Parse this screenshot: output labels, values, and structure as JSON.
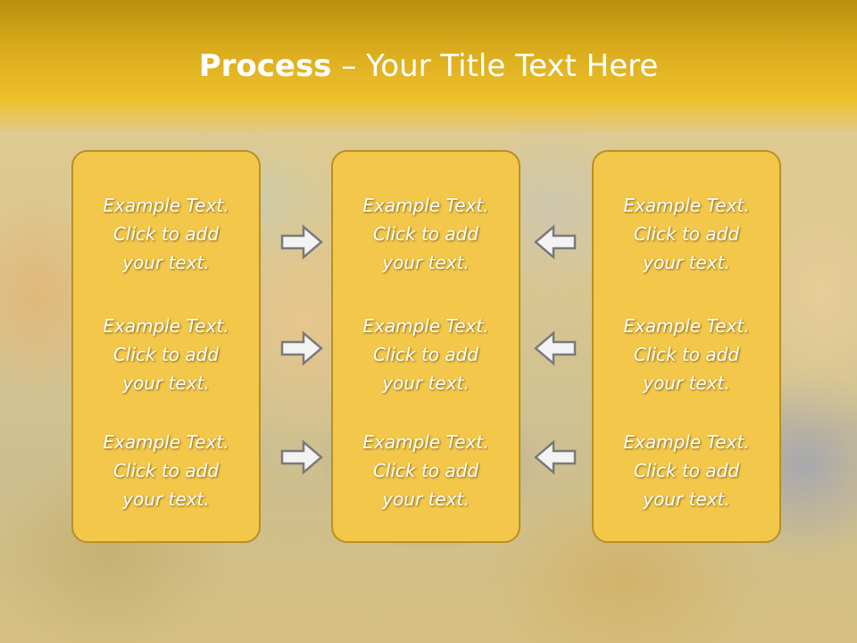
{
  "slide": {
    "title_strong": "Process",
    "title_rest": " – Your Title Text Here",
    "colors": {
      "title_band": "#e4b421",
      "box_fill": "#f3c84a",
      "box_border": "#b89022",
      "arrow_fill": "#f3f3f3",
      "arrow_stroke": "#7a7a7a"
    },
    "columns": [
      {
        "items": [
          {
            "line1": "Example Text.",
            "line2": "Click  to add",
            "line3": "your text."
          },
          {
            "line1": "Example Text.",
            "line2": "Click  to add",
            "line3": "your text."
          },
          {
            "line1": "Example Text.",
            "line2": "Click  to add",
            "line3": "your text."
          }
        ]
      },
      {
        "items": [
          {
            "line1": "Example Text.",
            "line2": "Click  to add",
            "line3": "your text."
          },
          {
            "line1": "Example Text.",
            "line2": "Click  to add",
            "line3": "your text."
          },
          {
            "line1": "Example Text.",
            "line2": "Click  to add",
            "line3": "your text."
          }
        ]
      },
      {
        "items": [
          {
            "line1": "Example Text.",
            "line2": "Click  to add",
            "line3": "your text."
          },
          {
            "line1": "Example Text.",
            "line2": "Click  to add",
            "line3": "your text."
          },
          {
            "line1": "Example Text.",
            "line2": "Click  to add",
            "line3": "your text."
          }
        ]
      }
    ],
    "arrows": {
      "left_group": "arrow-right-icon",
      "right_group": "arrow-left-icon"
    }
  }
}
